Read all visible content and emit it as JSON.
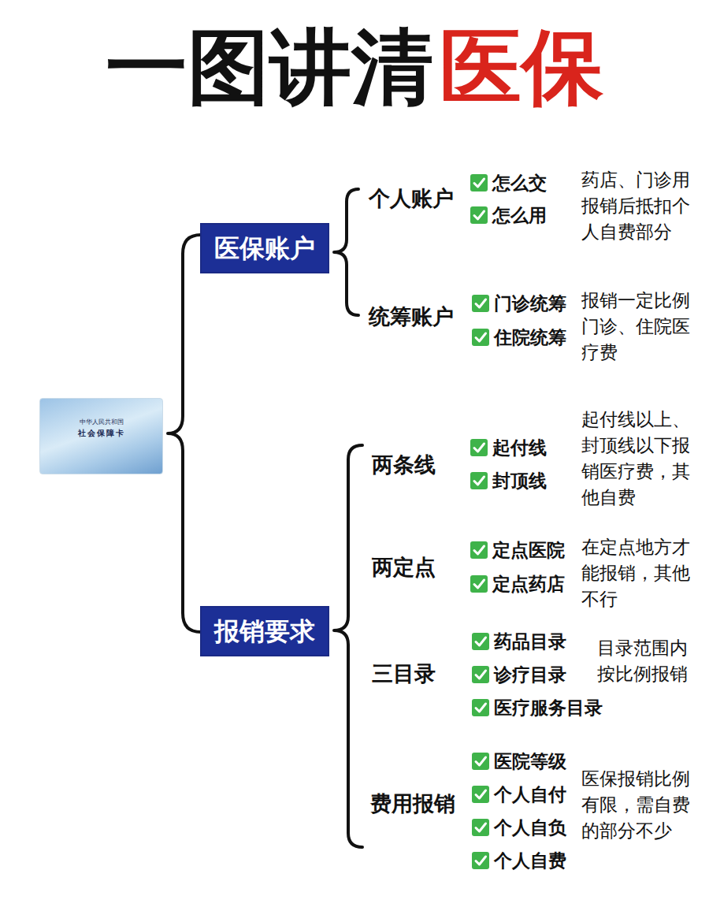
{
  "diagram": {
    "title": "一图讲清",
    "nodes": [
      {
        "text": [
          "中华人民共和国",
          "社会保障卡"
        ]
      },
      {
        "text": [
          "医保账户"
        ]
      },
      {
        "text": [
          "报销要求"
        ]
      }
    ],
    "labels": [
      "医保",
      "个人账户",
      "怎么交",
      "怎么用",
      "药店、门诊用报销后抵扣个人自费部分",
      "统筹账户",
      "门诊统筹",
      "住院统筹",
      "报销一定比例门诊、住院医疗费",
      "两条线",
      "起付线",
      "封顶线",
      "起付线以上、封顶线以下报销医疗费，其他自费",
      "两定点",
      "定点医院",
      "定点药店",
      "在定点地方才能报销，其他不行",
      "三目录",
      "药品目录",
      "诊疗目录",
      "医疗服务目录",
      "目录范围内按比例报销",
      "费用报销",
      "医院等级",
      "个人自付",
      "个人自负",
      "个人自费",
      "医保报销比例有限，需自费的部分不少"
    ]
  }
}
